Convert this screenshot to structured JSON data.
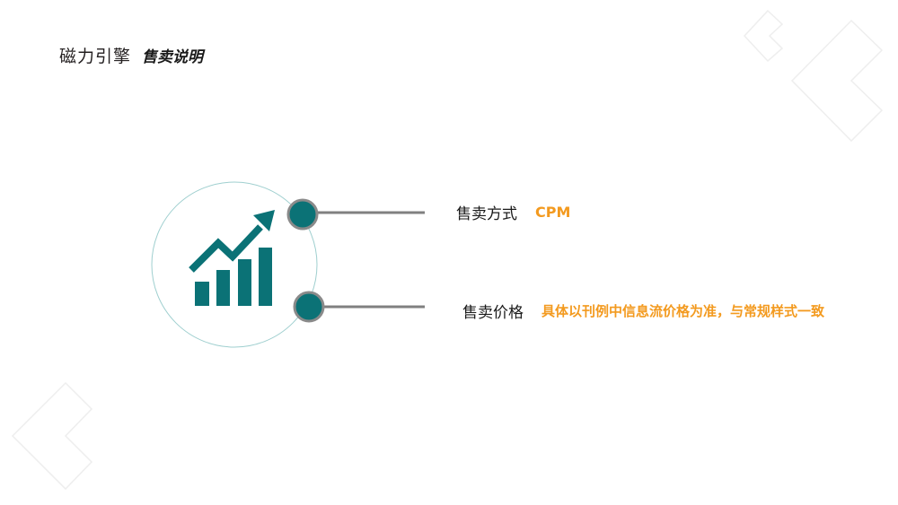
{
  "header": {
    "brand": "磁力引擎",
    "subtitle": "售卖说明"
  },
  "icon": {
    "semantic": "growth-chart-icon",
    "color": "#0b7276"
  },
  "items": [
    {
      "label": "售卖方式",
      "value": "CPM"
    },
    {
      "label": "售卖价格",
      "value": "具体以刊例中信息流价格为准，与常规样式一致"
    }
  ],
  "colors": {
    "accent": "#f39a1f",
    "teal": "#0b7276",
    "connector": "#808080",
    "ring": "#9fcfcf"
  }
}
